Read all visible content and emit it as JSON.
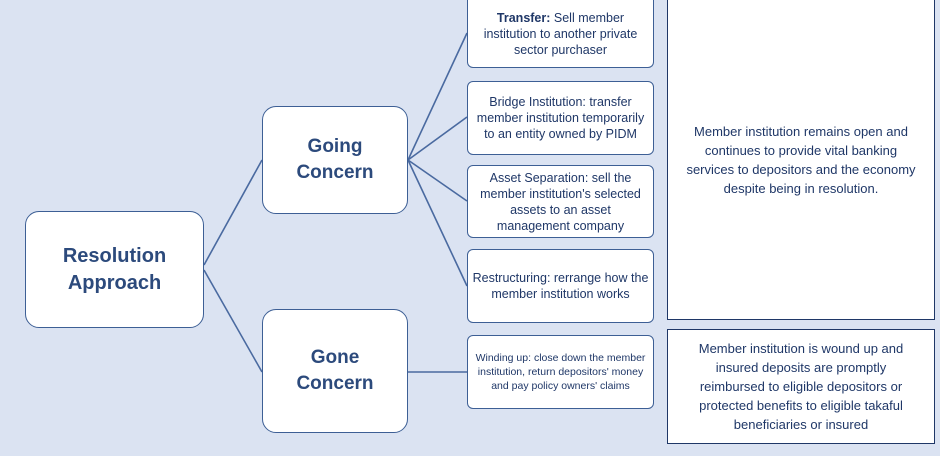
{
  "root": {
    "line1": "Resolution",
    "line2": "Approach"
  },
  "going": {
    "line1": "Going",
    "line2": "Concern"
  },
  "gone": {
    "line1": "Gone",
    "line2": "Concern"
  },
  "options": {
    "transfer": {
      "bold": "Transfer:",
      "text": " Sell member institution to another private sector purchaser"
    },
    "bridge": {
      "text": "Bridge Institution: transfer member institution temporarily to an entity owned by PIDM"
    },
    "asset": {
      "text": "Asset Separation: sell the member institution's selected assets to an asset management company"
    },
    "restructuring": {
      "text": "Restructuring: rerrange how the member institution works"
    },
    "winding": {
      "text": "Winding up: close down the member institution, return depositors' money and pay policy owners' claims"
    }
  },
  "outcomes": {
    "going": "Member institution remains open and continues to provide vital banking services to depositors and the economy despite being in resolution.",
    "gone": "Member institution is wound up and insured deposits are promptly reimbursed to eligible depositors or protected benefits to eligible takaful beneficiaries or insured"
  },
  "colors": {
    "background": "#dbe3f2",
    "box_border": "#3d5f95",
    "heading_text": "#2c4a7c",
    "body_text": "#1f3767",
    "connector": "#4a6aa0"
  }
}
